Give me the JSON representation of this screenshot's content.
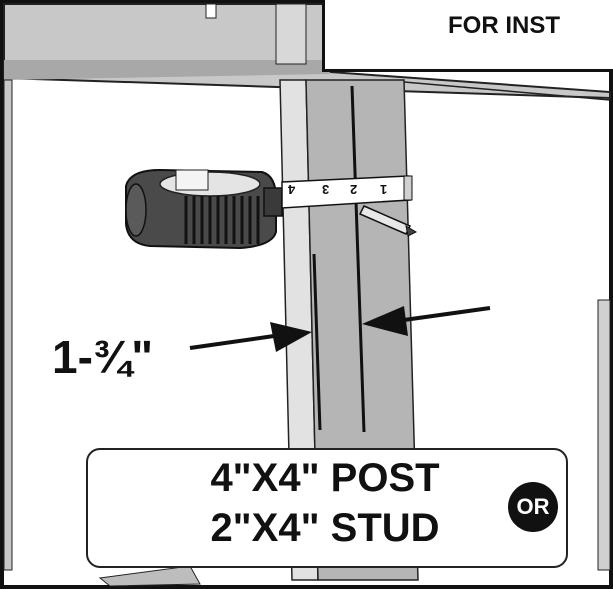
{
  "header": {
    "text": "FOR INST"
  },
  "measurement": {
    "label": "1-¾\""
  },
  "tape": {
    "ticks": [
      "4",
      "3",
      "2",
      "1"
    ]
  },
  "caption": {
    "line1": "4\"X4\" POST",
    "line2": "2\"X4\" STUD",
    "or_badge": "OR"
  },
  "colors": {
    "ink": "#111111",
    "post": "#b5b5b5",
    "post_shade": "#9a9a9a",
    "background": "#ffffff"
  }
}
